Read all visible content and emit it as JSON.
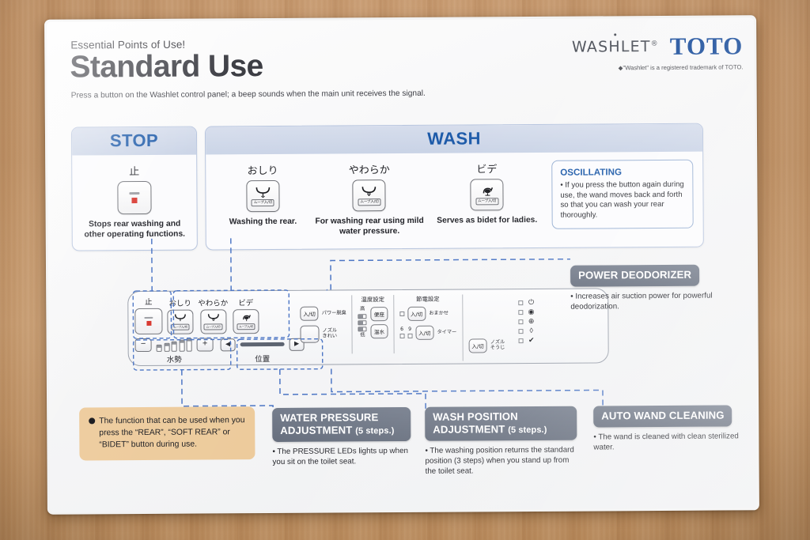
{
  "header": {
    "eyebrow": "Essential Points of Use!",
    "title": "Standard Use",
    "subline": "Press a button on the Washlet control panel; a beep sounds when the main unit receives the signal.",
    "brand_washlet": "WASHLET",
    "brand_washlet_reg": "®",
    "brand_toto": "TOTO",
    "trademark_note": "◆\"Washlet\" is a registered trademark of TOTO.",
    "accent_blue": "#1b59a8",
    "toto_blue": "#1c4f9c"
  },
  "panels": [
    {
      "title": "STOP",
      "functions": [
        {
          "jp_label": "止",
          "icon": "stop-square-icon",
          "description": "Stops rear washing and other operating functions."
        }
      ]
    },
    {
      "title": "WASH",
      "functions": [
        {
          "jp_label": "おしり",
          "icon": "rear-wash-icon",
          "sub_label": "ムーブ入/切",
          "description": "Washing the rear."
        },
        {
          "jp_label": "やわらか",
          "icon": "soft-rear-wash-icon",
          "sub_label": "ムーブ入/切",
          "description": "For washing rear using mild water pressure."
        },
        {
          "jp_label": "ビデ",
          "icon": "bidet-icon",
          "sub_label": "ムーブ入/切",
          "description": "Serves as bidet for ladies."
        }
      ],
      "note": {
        "heading": "OSCILLATING",
        "text": "• If you press the button again during use, the wand moves back and forth so that you can wash your rear thoroughly."
      }
    }
  ],
  "control_panel": {
    "buttons": [
      {
        "jp_label": "止",
        "name": "stop-button",
        "icon": "stop-square-icon"
      },
      {
        "jp_label": "おしり",
        "name": "rear-button",
        "icon": "rear-wash-icon",
        "sub": "ムーブ入/切"
      },
      {
        "jp_label": "やわらか",
        "name": "soft-rear-button",
        "icon": "soft-rear-wash-icon",
        "sub": "ムーブ入/切"
      },
      {
        "jp_label": "ビデ",
        "name": "bidet-button",
        "icon": "bidet-icon",
        "sub": "ムーブ入/切"
      }
    ],
    "pressure": {
      "label": "水勢",
      "minus": "−",
      "plus": "+",
      "led_count": 5,
      "led_level": 5
    },
    "position": {
      "label": "位置",
      "left_arrow": "◀",
      "right_arrow": "▶"
    },
    "right_side": {
      "power_deodorizer": {
        "button": "入/切",
        "label": "パワー脱臭"
      },
      "nozzle_clean": {
        "button": "",
        "label": "ノズル\nきれい"
      },
      "temp_section": {
        "heading": "温度設定",
        "high": "高",
        "low": "低",
        "seat_button": "便座",
        "water_button": "温水"
      },
      "power_save_section": {
        "heading": "節電設定",
        "auto_button": "入/切",
        "auto_label": "おまかせ",
        "timer_button": "入/切",
        "timer_label": "タイマー",
        "timer_marks": [
          "6",
          "9"
        ]
      },
      "nozzle_wash": {
        "button": "入/切",
        "label": "ノズル\nそうじ"
      },
      "status_icons": [
        "power-icon",
        "deodorizer-icon",
        "seat-heat-icon",
        "water-drop-icon",
        "nozzle-clean-icon"
      ]
    }
  },
  "callouts": [
    {
      "id": "power-deodorizer",
      "title": "POWER DEODORIZER",
      "title_small": "",
      "body": "• Increases air suction power for powerful deodorization."
    },
    {
      "id": "water-pressure-adjustment",
      "title": "WATER PRESSURE ADJUSTMENT",
      "title_small": "(5 steps.)",
      "body": "• The PRESSURE LEDs lights up when you sit on the toilet seat."
    },
    {
      "id": "wash-position-adjustment",
      "title": "WASH POSITION ADJUSTMENT",
      "title_small": "(5 steps.)",
      "body": "• The washing position returns the standard position (3 steps) when you stand up from the toilet seat."
    },
    {
      "id": "auto-wand-cleaning",
      "title": "AUTO WAND CLEANING",
      "title_small": "",
      "body": "• The wand is cleaned with clean sterilized water."
    }
  ],
  "tan_note": {
    "text": "The function that can be used when you press the “REAR”, “SOFT REAR” or “BIDET” button during use.",
    "bg_color": "#edcb9c"
  }
}
